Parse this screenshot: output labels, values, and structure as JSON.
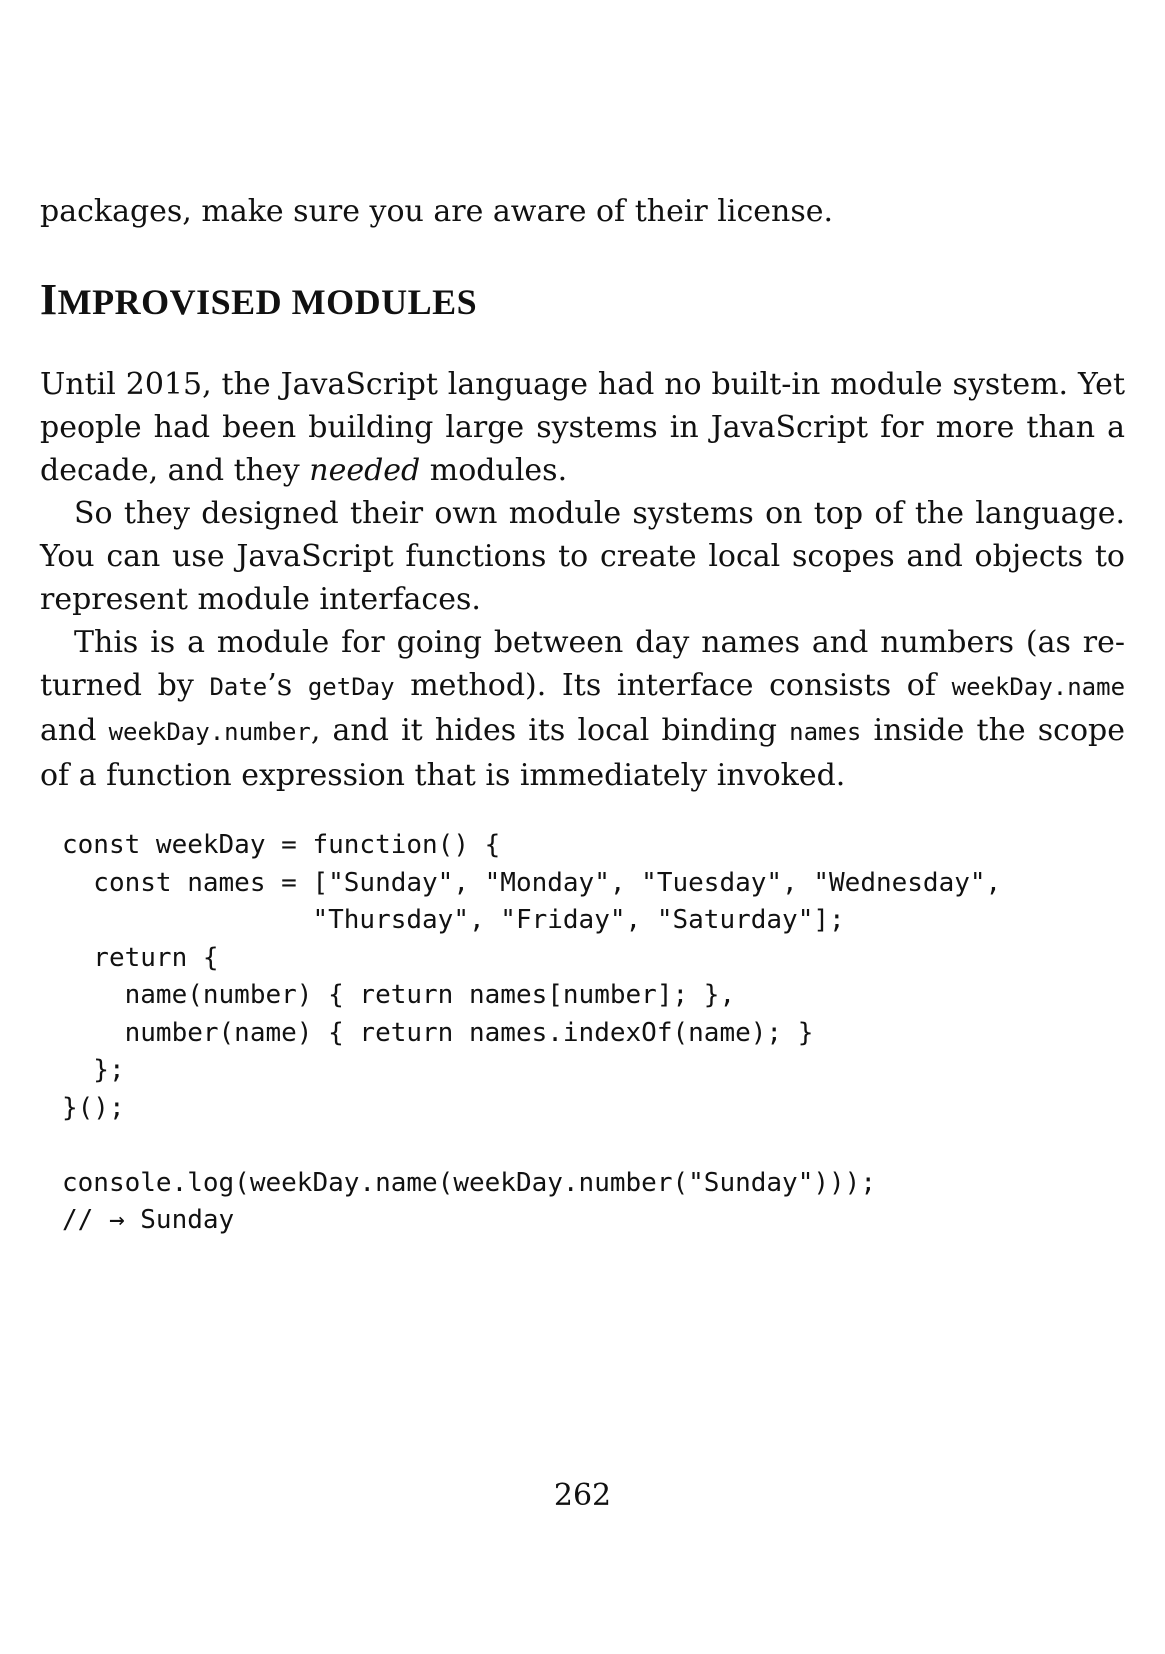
{
  "intro_line": "packages, make sure you are aware of their license.",
  "heading": {
    "first_letter": "I",
    "rest": "MPROVISED MODULES"
  },
  "paragraph1": {
    "before_em": "Until 2015, the JavaScript language had no built-in module system. Yet people had been building large systems in JavaScript for more than a decade, and they ",
    "em": "needed",
    "after_em": " modules."
  },
  "paragraph2": "So they designed their own module systems on top of the language. You can use JavaScript functions to create local scopes and objects to represent module interfaces.",
  "paragraph3": {
    "t1": "This is a module for going between day names and numbers (as re­turned by ",
    "c1": "Date",
    "t2": "’s ",
    "c2": "getDay",
    "t3": " method). Its interface consists of ",
    "c3": "weekDay.name",
    "t4": " and ",
    "c4": "weekDay.number",
    "t5": ", and it hides its local binding ",
    "c5": "names",
    "t6": " inside the scope of a function expression that is immediately invoked."
  },
  "code_lines": [
    "const weekDay = function() {",
    "  const names = [\"Sunday\", \"Monday\", \"Tuesday\", \"Wednesday\",",
    "                \"Thursday\", \"Friday\", \"Saturday\"];",
    "  return {",
    "    name(number) { return names[number]; },",
    "    number(name) { return names.indexOf(name); }",
    "  };",
    "}();",
    "",
    "console.log(weekDay.name(weekDay.number(\"Sunday\")));",
    "// → Sunday"
  ],
  "page_number": "262"
}
